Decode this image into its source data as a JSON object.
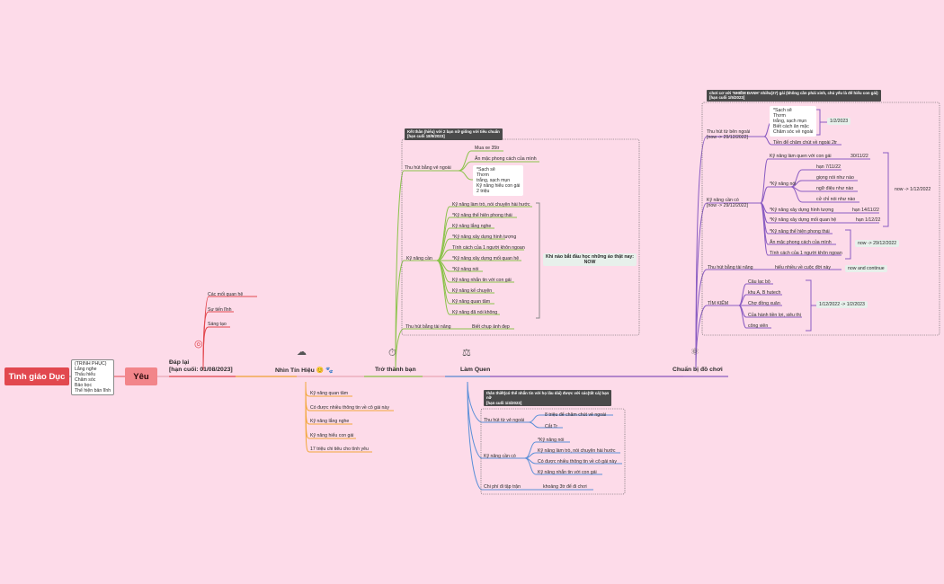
{
  "root": "Tình giáo Dục",
  "yeu": "Yêu",
  "yeu_note": "(TRINH PHỤC)\nLắng nghe\nThấu hiểu\nChăm sóc\nBảo bọc\nThể hiện bản lĩnh",
  "dap_lai": {
    "title": "Đáp lại\n[hạn cuối: 01/08/2023]",
    "items": [
      "Các mối quan hệ",
      "Sự tiến lĩnh",
      "Sáng tạo"
    ]
  },
  "nhin_tin_hieu": {
    "title": "Nhìn Tín Hiệu 😊 🐾",
    "items": [
      "Kỹ năng quan tâm",
      "Có được nhiều thông tin về cô gái này",
      "Kỹ năng lắng nghe",
      "Kỹ năng hiểu con gái",
      "17 triệu chi tiêu cho tình yêu"
    ]
  },
  "tro_thanh_ban": {
    "title": "Trở thành bạn",
    "header": "Kết thân (hiểu) với 2 bạn nữ giống với tiêu chuẩn\n[hạn cuối 18/9/2023]",
    "ngoai_label": "Thu hút bằng vẻ ngoài",
    "ngoai_items": [
      "Mua xe 35tr",
      "Ăn mặc phong cách của mình"
    ],
    "ngoai_note": "*Sạch sẽ\nThơm\ntrắng, sạch mụn\nKỹ năng hiểu con gái\n2 triệu",
    "kynang_label": "Kỹ năng cần",
    "kynang_items": [
      "Kỹ năng làm trò, nói chuyện hài hước",
      "*Kỹ năng thể hiện phong thái",
      "Kỹ năng lắng nghe",
      "*Kỹ năng xây dựng hình tượng",
      "Tính cách của 1 người khôn ngoan",
      "*Kỹ năng xây dựng mối quan hệ",
      "*Kỹ năng nói",
      "Kỹ năng nhắn tin với con gái",
      "Kỹ năng kể chuyện",
      "Kỹ năng quan tâm",
      "Kỹ năng đã nói không"
    ],
    "kynang_summary": "Khi nào bắt đầu học những áo thật nay:\nNOW",
    "tainang_label": "Thu hút bằng tài năng",
    "tainang_item": "Biết chụp ảnh đẹp"
  },
  "lam_quen": {
    "title": "Làm Quen",
    "header": "thân thiết(có thể nhắn tin với họ lâu dài) được với các(tất cả) bạn\nnữ\n[hạn cuối 1/4/2023]",
    "ngoai_label": "Thu hút từ vẻ ngoài",
    "ngoai_items": [
      "8 triệu để chăm chút vẻ ngoài",
      "Cắt Tr"
    ],
    "kynang_label": "Kỹ năng cần có",
    "kynang_items": [
      "*Kỹ năng nói",
      "Kỹ năng làm trò, nói chuyện hài hước",
      "Có được nhiều thông tin về cô gái này",
      "Kỹ năng nhắn tin với con gái"
    ],
    "chiphi_label": "Chi phí đi tập trận",
    "chiphi_item": "khoảng 3tr để đi chơi"
  },
  "chuan_bi": {
    "title": "Chuẩn bị đồ chơi",
    "header": "chơi cơ với 'NHIỀM ĐANH' nhiều(27) gái (không cần phải xinh, chủ yếu là để hiểu con gái)\n[hạn cuối 1/5/2023]",
    "ngoai_label": "Thu hút từ bên ngoài\n[now -> 29/12/2022]",
    "ngoai_note": "*Sạch sẽ\nThơm\ntrắng, sạch mụn\nBiết cách ăn mặc\nChăm sóc về ngoài",
    "ngoai_date": "1/2/2023",
    "ngoai_item2": "Tiền để chăm chút về ngoài 2tr",
    "kynang_label": "Kỹ năng cần có\n[now -> 29/12/2022]",
    "kn_lamquen": "Kỹ năng làm quen với con gái",
    "kn_lamquen_date": "30/11/22",
    "kn_noi": "*Kỹ năng nói",
    "kn_noi_items": [
      "hạn 7/11/22",
      "giọng nói như nào",
      "ngữ điệu như nào",
      "cử chỉ nói như nào"
    ],
    "kn_hinhtuong": "*Kỹ năng xây dựng hình tượng",
    "kn_hinhtuong_date": "hạn 14/11/22",
    "kn_moiquanhe": "*Kỹ năng xây dựng mối quan hệ",
    "kn_moiquanhe_date": "hạn 1/12/22",
    "kn_now1": "now -> 1/12/2022",
    "kn_phongthai": "*Kỹ năng thể hiện phong thái",
    "kn_anmac": "Ăn mặc phong cách của mình",
    "kn_tinhcach": "Tính cách của 1 người khôn ngoan",
    "kn_now2": "now -> 29/12/2022",
    "tainang_label": "Thu hút bằng tài năng",
    "tainang_item": "hiểu nhiều về cuộc đời này",
    "tainang_date": "now and continue",
    "timkiem_label": "TÌM KIẾM",
    "timkiem_items": [
      "Câu lạc bộ",
      "khu A, B hutech",
      "Chợ đồng xuân",
      "Của hành tiền lợi, siêu thị",
      "công viên"
    ],
    "timkiem_date": "1/12/2022 -> 1/2/2023"
  },
  "colors": {
    "background": "#fddbe9",
    "root": "#e2484f",
    "yeu": "#f2858a",
    "orange": "#f3a73a",
    "green": "#8bc34a",
    "blue": "#5a8fd8",
    "purple": "#8a5cc2"
  }
}
